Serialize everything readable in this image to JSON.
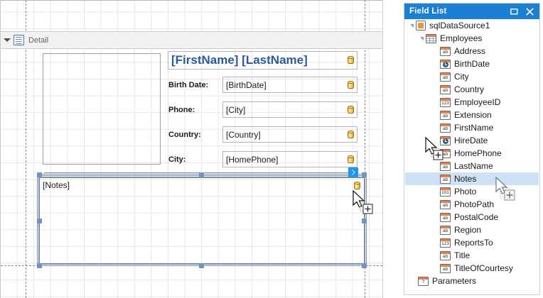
{
  "designer": {
    "band": {
      "label": "Detail",
      "collapse_icon": "triangle-down-icon",
      "band_icon": "detail-band-icon"
    },
    "photo_placeholder": {
      "name": "photo-picture-box"
    },
    "title_control": {
      "text": "[FirstName] [LastName]"
    },
    "rows": [
      {
        "label": "Birth Date:",
        "value": "[BirthDate]"
      },
      {
        "label": "Phone:",
        "value": "[City]"
      },
      {
        "label": "Country:",
        "value": "[Country]"
      },
      {
        "label": "City:",
        "value": "[HomePhone]"
      }
    ],
    "notes_control": {
      "text": "[Notes]"
    },
    "smart_tag": {
      "icon": "smart-tag-arrow-icon"
    },
    "db_marker_icon": "database-binding-icon"
  },
  "fieldlist": {
    "title": "Field List",
    "buttons": [
      {
        "name": "maximize-button",
        "icon": "maximize-icon"
      },
      {
        "name": "close-button",
        "icon": "close-icon"
      }
    ],
    "tree": [
      {
        "label": "sqlDataSource1",
        "icon": "datasource-icon",
        "depth": 0,
        "expander": true,
        "selected": false
      },
      {
        "label": "Employees",
        "icon": "table-icon",
        "depth": 1,
        "expander": true,
        "selected": false
      },
      {
        "label": "Address",
        "icon": "string-field-icon",
        "glyph": "ab",
        "depth": 2,
        "expander": false,
        "selected": false
      },
      {
        "label": "BirthDate",
        "icon": "date-field-icon",
        "glyph": "",
        "depth": 2,
        "expander": false,
        "selected": false
      },
      {
        "label": "City",
        "icon": "string-field-icon",
        "glyph": "ab",
        "depth": 2,
        "expander": false,
        "selected": false
      },
      {
        "label": "Country",
        "icon": "string-field-icon",
        "glyph": "ab",
        "depth": 2,
        "expander": false,
        "selected": false
      },
      {
        "label": "EmployeeID",
        "icon": "number-field-icon",
        "glyph": "123",
        "depth": 2,
        "expander": false,
        "selected": false
      },
      {
        "label": "Extension",
        "icon": "string-field-icon",
        "glyph": "ab",
        "depth": 2,
        "expander": false,
        "selected": false
      },
      {
        "label": "FirstName",
        "icon": "string-field-icon",
        "glyph": "ab",
        "depth": 2,
        "expander": false,
        "selected": false
      },
      {
        "label": "HireDate",
        "icon": "date-field-icon",
        "glyph": "",
        "depth": 2,
        "expander": false,
        "selected": false
      },
      {
        "label": "HomePhone",
        "icon": "string-field-icon",
        "glyph": "ab",
        "depth": 2,
        "expander": false,
        "selected": false
      },
      {
        "label": "LastName",
        "icon": "string-field-icon",
        "glyph": "ab",
        "depth": 2,
        "expander": false,
        "selected": false
      },
      {
        "label": "Notes",
        "icon": "string-field-icon",
        "glyph": "ab",
        "depth": 2,
        "expander": false,
        "selected": true
      },
      {
        "label": "Photo",
        "icon": "binary-field-icon",
        "glyph": "101",
        "depth": 2,
        "expander": false,
        "selected": false
      },
      {
        "label": "PhotoPath",
        "icon": "string-field-icon",
        "glyph": "ab",
        "depth": 2,
        "expander": false,
        "selected": false
      },
      {
        "label": "PostalCode",
        "icon": "string-field-icon",
        "glyph": "ab",
        "depth": 2,
        "expander": false,
        "selected": false
      },
      {
        "label": "Region",
        "icon": "string-field-icon",
        "glyph": "ab",
        "depth": 2,
        "expander": false,
        "selected": false
      },
      {
        "label": "ReportsTo",
        "icon": "number-field-icon",
        "glyph": "123",
        "depth": 2,
        "expander": false,
        "selected": false
      },
      {
        "label": "Title",
        "icon": "string-field-icon",
        "glyph": "ab",
        "depth": 2,
        "expander": false,
        "selected": false
      },
      {
        "label": "TitleOfCourtesy",
        "icon": "string-field-icon",
        "glyph": "ab",
        "depth": 2,
        "expander": false,
        "selected": false
      },
      {
        "label": "Parameters",
        "icon": "parameters-icon",
        "glyph": "?",
        "depth": 1,
        "expander": false,
        "selected": false
      }
    ]
  },
  "colors": {
    "title_bar": "#1b7fd4",
    "selection": "#cde0f4",
    "selection_handle": "#7593c0",
    "field_expression": "#2b5b9e",
    "smart_tag": "#2196e8"
  }
}
